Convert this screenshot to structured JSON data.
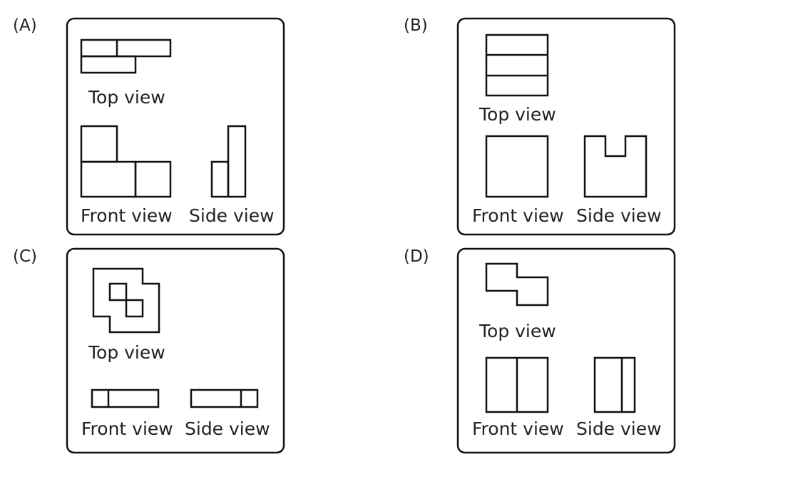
{
  "options": [
    {
      "id": "A",
      "label": "(A)",
      "top_view": "Top view",
      "front_view": "Front view",
      "side_view": "Side view"
    },
    {
      "id": "B",
      "label": "(B)",
      "top_view": "Top view",
      "front_view": "Front view",
      "side_view": "Side view"
    },
    {
      "id": "C",
      "label": "(C)",
      "top_view": "Top view",
      "front_view": "Front view",
      "side_view": "Side view"
    },
    {
      "id": "D",
      "label": "(D)",
      "top_view": "Top view",
      "front_view": "Front view",
      "side_view": "Side view"
    }
  ]
}
